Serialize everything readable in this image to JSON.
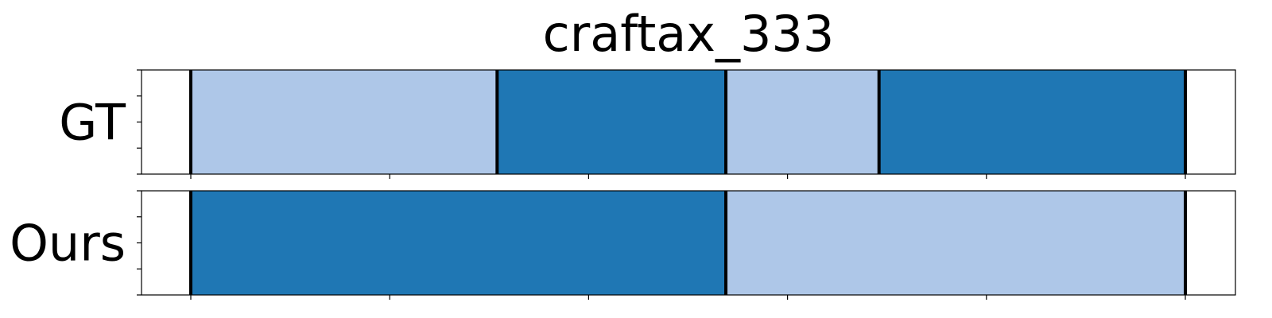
{
  "chart_data": {
    "type": "segmentation-timeline",
    "title": "craftax_333",
    "xlim": [
      0,
      1
    ],
    "x_ticks": [
      0.0,
      0.2,
      0.4,
      0.6,
      0.8,
      1.0
    ],
    "x_tick_labels_visible": false,
    "y_ticks_per_row": 5,
    "rows": [
      {
        "label": "GT",
        "segments": [
          {
            "start": 0.0,
            "end": 0.308,
            "class": 0
          },
          {
            "start": 0.308,
            "end": 0.538,
            "class": 1
          },
          {
            "start": 0.538,
            "end": 0.692,
            "class": 0
          },
          {
            "start": 0.692,
            "end": 1.0,
            "class": 1
          }
        ]
      },
      {
        "label": "Ours",
        "segments": [
          {
            "start": 0.0,
            "end": 0.538,
            "class": 1
          },
          {
            "start": 0.538,
            "end": 1.0,
            "class": 0
          }
        ]
      }
    ],
    "class_colors": [
      "#aec7e8",
      "#1f77b4"
    ],
    "boundary_color": "#000000"
  }
}
